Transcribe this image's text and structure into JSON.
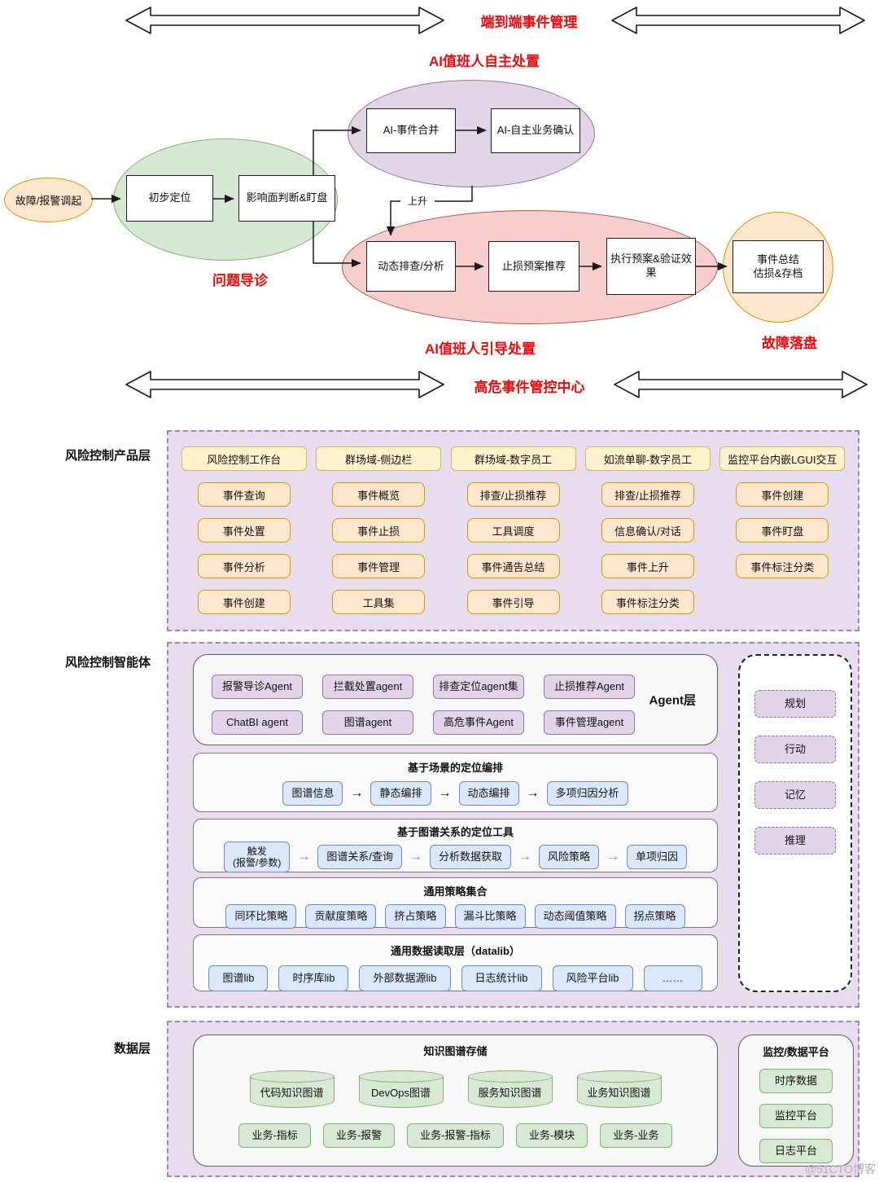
{
  "colors": {
    "accent_red": "#f70808",
    "orange_fill": "#ffe6cc",
    "orange_stroke": "#d79b00",
    "yellow_fill": "#fff2cc",
    "yellow_stroke": "#d6b656",
    "green_fill": "#d5e8d4",
    "green_stroke": "#82b366",
    "purple_fill": "#e1d5e7",
    "purple_stroke": "#9673a6",
    "red_fill": "#f8cecc",
    "red_stroke": "#b85450",
    "blue_fill": "#dae8fc",
    "blue_stroke": "#6c8ebf",
    "layer_bg": "#e7ddef"
  },
  "top_flow": {
    "banner_top": "端到端事件管理",
    "banner_bottom": "高危事件管控中心",
    "label_auto_handle": "AI值班人自主处置",
    "label_guided_handle": "AI值班人引导处置",
    "label_problem_triage": "问题导诊",
    "label_incident_archive": "故障落盘",
    "label_escalate": "上升",
    "start_node": "故障/报警调起",
    "initial_locate": "初步定位",
    "impact_watch": "影响面判断&盯盘",
    "ai_merge": "AI-事件合并",
    "ai_confirm": "AI-自主业务确认",
    "dynamic_analyze": "动态排查/分析",
    "stoploss_recommend": "止损预案推荐",
    "execute_verify": "执行预案&验证效果",
    "summary_archive": "事件总结\n估损&存档"
  },
  "product_layer": {
    "label": "风险控制产品层",
    "columns": [
      {
        "header": "风险控制工作台",
        "items": [
          "事件查询",
          "事件处置",
          "事件分析",
          "事件创建"
        ]
      },
      {
        "header": "群场域-侧边栏",
        "items": [
          "事件概览",
          "事件止损",
          "事件管理",
          "工具集"
        ]
      },
      {
        "header": "群场域-数字员工",
        "items": [
          "排查/止损推荐",
          "工具调度",
          "事件通告总结",
          "事件引导"
        ]
      },
      {
        "header": "如流单聊-数字员工",
        "items": [
          "排查/止损推荐",
          "信息确认/对话",
          "事件上升",
          "事件标注分类"
        ]
      },
      {
        "header": "监控平台内嵌LGUI交互",
        "items": [
          "事件创建",
          "事件盯盘",
          "事件标注分类"
        ]
      }
    ]
  },
  "agent_layer": {
    "label": "风险控制智能体",
    "agent_box_label": "Agent层",
    "agents_row1": [
      "报警导诊Agent",
      "拦截处置agent",
      "排查定位agent集",
      "止损推荐Agent"
    ],
    "agents_row2": [
      "ChatBI agent",
      "图谱agent",
      "高危事件Agent",
      "事件管理agent"
    ],
    "scenario": {
      "title": "基于场景的定位编排",
      "steps": [
        "图谱信息",
        "静态编排",
        "动态编排",
        "多项归因分析"
      ]
    },
    "graph_tools": {
      "title": "基于图谱关系的定位工具",
      "steps": [
        "触发\n(报警/参数)",
        "图谱关系/查询",
        "分析数据获取",
        "风险策略",
        "单项归因"
      ]
    },
    "strategies": {
      "title": "通用策略集合",
      "items": [
        "同环比策略",
        "贡献度策略",
        "挤占策略",
        "漏斗比策略",
        "动态阈值策略",
        "拐点策略"
      ]
    },
    "datalib": {
      "title": "通用数据读取层（datalib）",
      "items": [
        "图谱lib",
        "时序库lib",
        "外部数据源lib",
        "日志统计lib",
        "风险平台lib",
        "……"
      ]
    },
    "capabilities": [
      "规划",
      "行动",
      "记忆",
      "推理"
    ]
  },
  "data_layer": {
    "label": "数据层",
    "kg": {
      "title": "知识图谱存储",
      "stores": [
        "代码知识图谱",
        "DevOps图谱",
        "服务知识图谱",
        "业务知识图谱"
      ],
      "relations": [
        "业务-指标",
        "业务-报警",
        "业务-报警-指标",
        "业务-模块",
        "业务-业务"
      ]
    },
    "platform": {
      "title": "监控/数据平台",
      "items": [
        "时序数据",
        "监控平台",
        "日志平台"
      ]
    }
  },
  "watermark": "@51CTO博客"
}
